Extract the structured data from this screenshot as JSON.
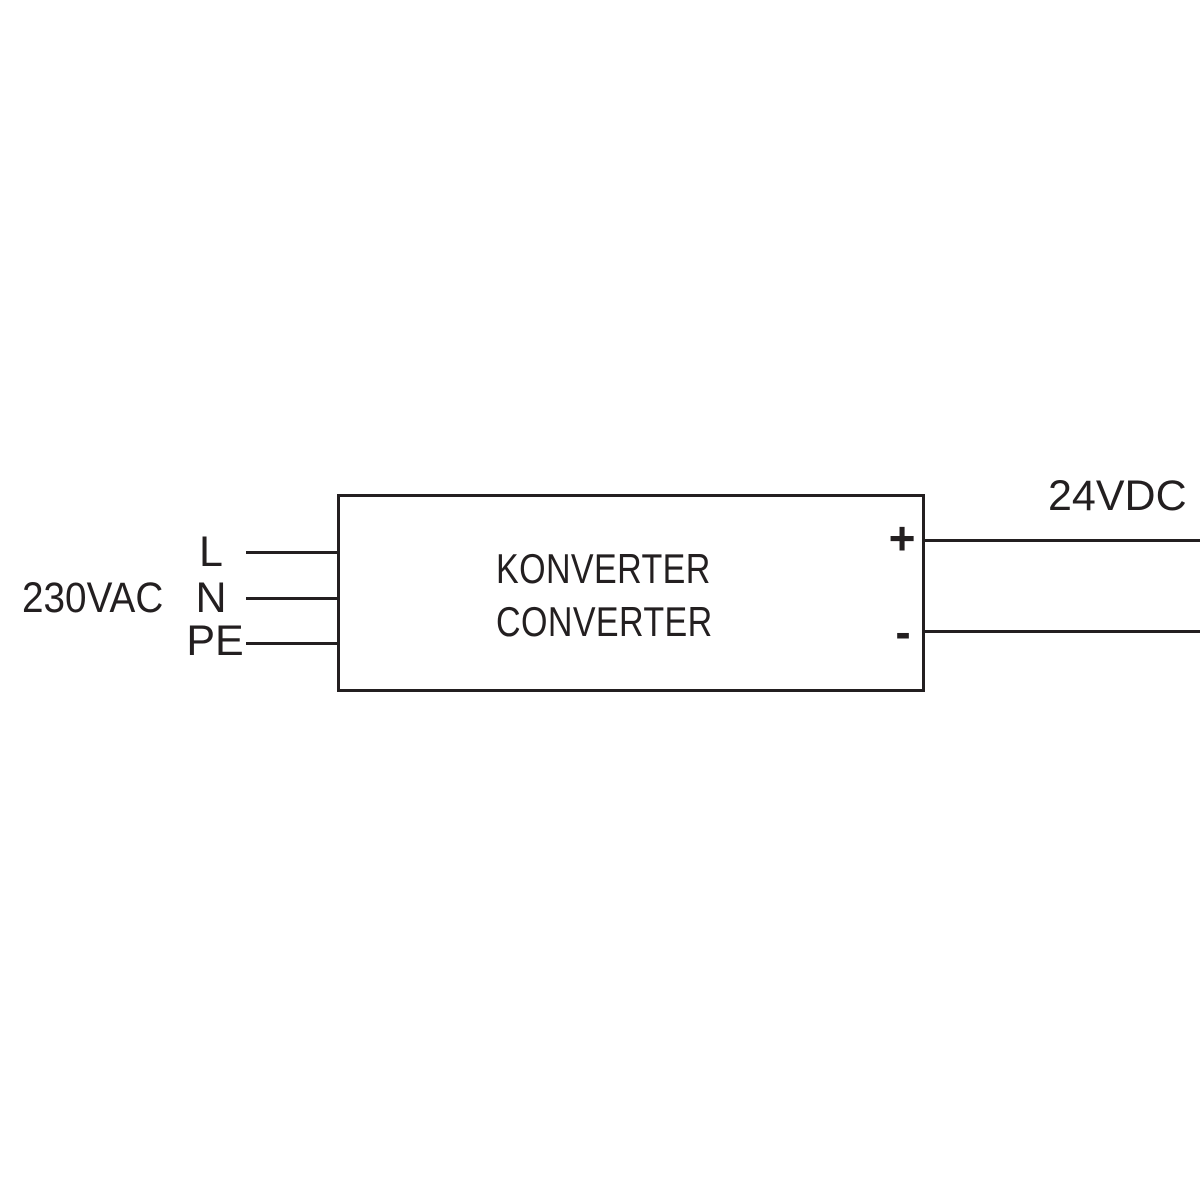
{
  "diagram": {
    "input": {
      "voltage_label": "230VAC",
      "terminals": [
        {
          "id": "line",
          "label": "L"
        },
        {
          "id": "neutral",
          "label": "N"
        },
        {
          "id": "protective-earth",
          "label": "PE"
        }
      ]
    },
    "converter": {
      "title_line1": "KONVERTER",
      "title_line2": "CONVERTER",
      "output_terminals": [
        {
          "id": "positive",
          "label": "+"
        },
        {
          "id": "negative",
          "label": "-"
        }
      ]
    },
    "output": {
      "voltage_label": "24VDC"
    },
    "colors": {
      "line": "#231f20",
      "background": "#ffffff"
    }
  }
}
